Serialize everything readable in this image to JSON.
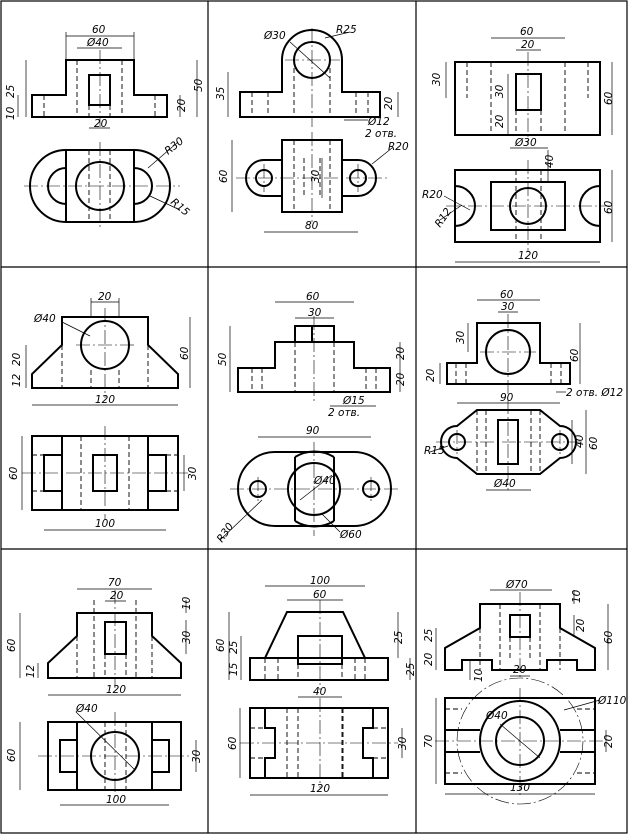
{
  "drawings": [
    {
      "id": 1,
      "dims": {
        "a": "60",
        "b": "Ø40",
        "c": "10",
        "d": "25",
        "e": "50",
        "f": "20",
        "g": "20",
        "h": "R30",
        "i": "R15"
      }
    },
    {
      "id": 2,
      "dims": {
        "a": "Ø30",
        "b": "R25",
        "c": "35",
        "d": "20",
        "e": "Ø12",
        "f": "2 отв.",
        "g": "60",
        "h": "30",
        "i": "R20",
        "j": "80"
      }
    },
    {
      "id": 3,
      "dims": {
        "a": "60",
        "b": "20",
        "c": "30",
        "d": "30",
        "e": "20",
        "f": "60",
        "g": "Ø30",
        "h": "40",
        "i": "R20",
        "j": "R12",
        "k": "60",
        "l": "120"
      }
    },
    {
      "id": 4,
      "dims": {
        "a": "20",
        "b": "Ø40",
        "c": "20",
        "d": "12",
        "e": "60",
        "f": "120",
        "g": "60",
        "h": "30",
        "i": "100"
      }
    },
    {
      "id": 5,
      "dims": {
        "a": "60",
        "b": "30",
        "c": "50",
        "d": "20",
        "e": "20",
        "f": "Ø15",
        "g": "2 отв.",
        "h": "90",
        "i": "Ø40",
        "j": "R30",
        "k": "Ø60"
      }
    },
    {
      "id": 6,
      "dims": {
        "a": "60",
        "b": "30",
        "c": "30",
        "d": "60",
        "e": "20",
        "f": "2 отв. Ø12",
        "g": "90",
        "h": "R15",
        "i": "40",
        "j": "60",
        "k": "Ø40"
      }
    },
    {
      "id": 7,
      "dims": {
        "a": "70",
        "b": "20",
        "c": "10",
        "d": "60",
        "e": "30",
        "f": "12",
        "g": "120",
        "h": "Ø40",
        "i": "60",
        "j": "30",
        "k": "100"
      }
    },
    {
      "id": 8,
      "dims": {
        "a": "100",
        "b": "60",
        "c": "60",
        "d": "25",
        "e": "15",
        "f": "25",
        "g": "25",
        "h": "40",
        "i": "60",
        "j": "30",
        "k": "120"
      }
    },
    {
      "id": 9,
      "dims": {
        "a": "Ø70",
        "b": "10",
        "c": "25",
        "d": "20",
        "e": "60",
        "f": "20",
        "g": "10",
        "h": "20",
        "i": "Ø110",
        "j": "Ø40",
        "k": "70",
        "l": "20",
        "m": "130"
      }
    }
  ]
}
